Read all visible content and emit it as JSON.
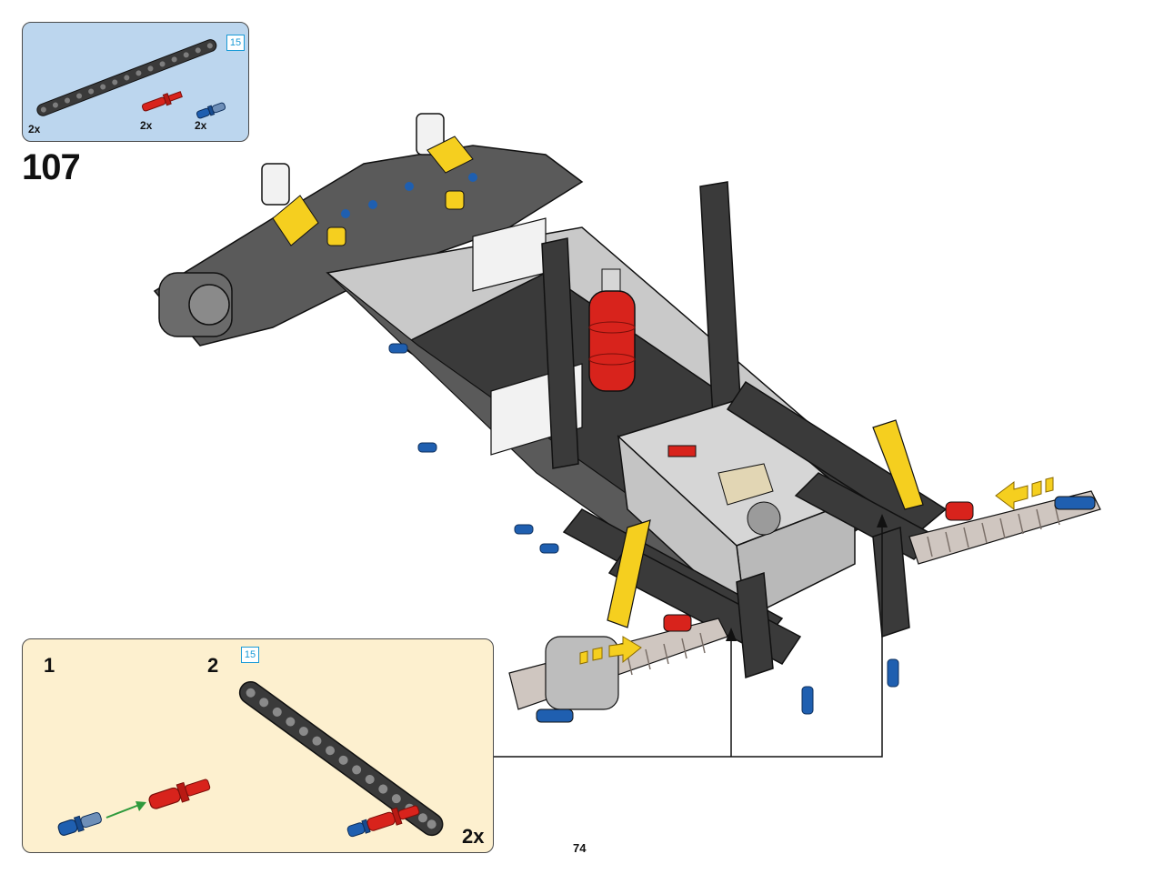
{
  "parts": {
    "length_badge": "15",
    "items": [
      {
        "name": "beam-15",
        "qty": "2x"
      },
      {
        "name": "red-axle-pin",
        "qty": "2x"
      },
      {
        "name": "blue-pin",
        "qty": "2x"
      }
    ]
  },
  "step": {
    "number": "107"
  },
  "subassembly": {
    "sub_steps": [
      "1",
      "2"
    ],
    "length_badge": "15",
    "multiplier": "2x"
  },
  "page": {
    "number": "74"
  },
  "colors": {
    "parts_bg": "#bcd6ee",
    "sub_bg": "#fdf0cf",
    "beam": "#3a3a3a",
    "red": "#d8231c",
    "blue": "#1f5fb0",
    "yellow": "#f5cf1f",
    "light_gray": "#c9c9c9",
    "arrow_green": "#2e9a3c"
  }
}
